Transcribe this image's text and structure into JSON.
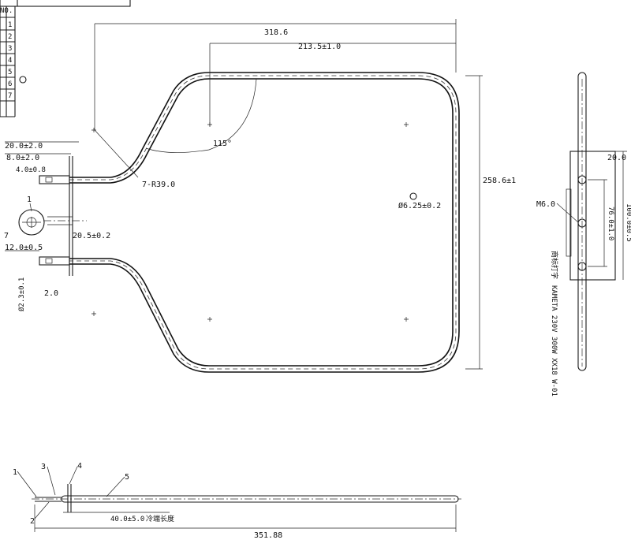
{
  "title_block": {
    "header_label": "NO.",
    "rows": [
      "1",
      "2",
      "3",
      "4",
      "5",
      "6",
      "7"
    ]
  },
  "dimensions": {
    "overall_width": "318.6",
    "inner_width": "213.5±1.0",
    "height": "258.6±1",
    "angle": "115°",
    "bend_radius": "7-R39.0",
    "hole": "Ø6.25±0.2",
    "left_a": "20.0±2.0",
    "left_b": "8.0±2.0",
    "left_c": "4.0±0.8",
    "left_d": "20.5±0.2",
    "left_e": "12.0±0.5",
    "left_f": "Ø2.3±0.1",
    "left_g": "2.0",
    "side_a": "20.0",
    "side_b": "100.0±0.5",
    "side_c": "76.0±1.0",
    "side_d": "M6.0",
    "bottom_length": "351.88",
    "bottom_cold": "40.0±5.0"
  },
  "labels": {
    "item_1": "1",
    "item_3": "3",
    "item_4": "4",
    "item_5": "5",
    "item_2": "2",
    "item_7": "7",
    "marking": "KAMETA 230V 300W XX18 W-01",
    "marking_cn": "商标打字",
    "bottom_cn": "冷端长度"
  }
}
